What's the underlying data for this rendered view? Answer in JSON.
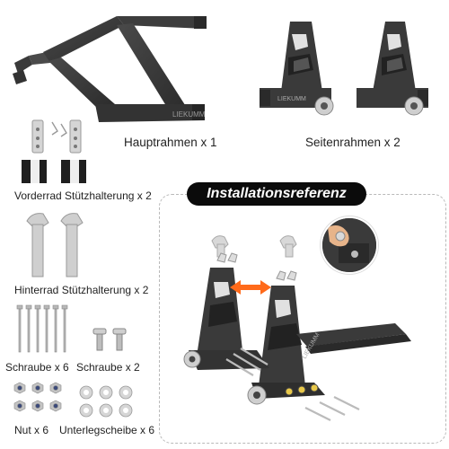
{
  "brand_mark": "LIEKUMM",
  "labels": {
    "main_frame": "Hauptrahmen x 1",
    "side_frame": "Seitenrahmen x 2",
    "front_support": "Vorderrad Stützhalterung x 2",
    "rear_support": "Hinterrad Stützhalterung x 2",
    "screw_long": "Schraube x 6",
    "screw_short": "Schraube x 2",
    "nut": "Nut x 6",
    "washer": "Unterlegscheibe x 6"
  },
  "banner": "Installationsreferenz",
  "colors": {
    "frame": "#3a3a3a",
    "frame_dark": "#2a2a2a",
    "metal": "#c8c8c8",
    "arrow": "#ff6a1a",
    "banner_bg": "#0b0b0b"
  }
}
